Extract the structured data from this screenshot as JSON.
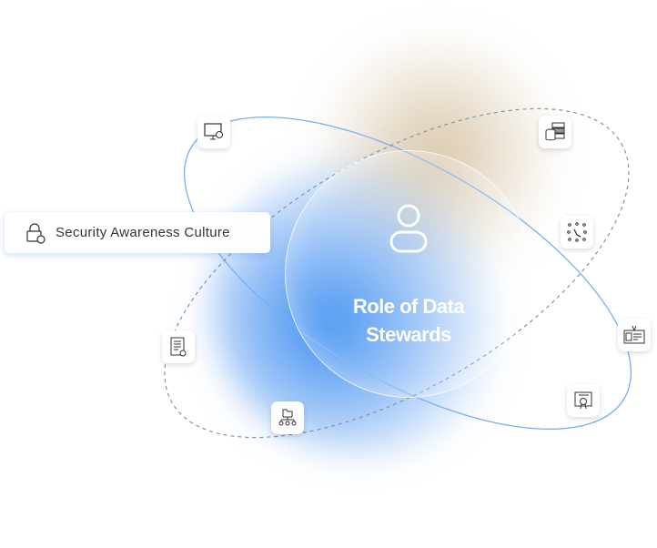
{
  "center": {
    "title_line1": "Role of Data",
    "title_line2": "Stewards",
    "icon": "user-icon"
  },
  "label": {
    "text": "Security Awareness Culture",
    "icon": "lock-settings-icon"
  },
  "nodes": [
    "monitor-settings-icon",
    "database-server-icon",
    "network-call-icon",
    "id-card-icon",
    "certificate-icon",
    "document-check-icon",
    "folder-users-icon"
  ],
  "colors": {
    "orbit_solid": "#74b0f5",
    "orbit_dashed": "#7f93aa",
    "glow": "#2f86ee"
  }
}
